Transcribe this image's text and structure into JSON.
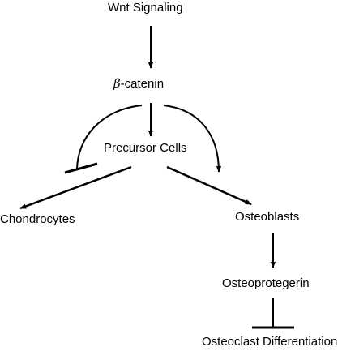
{
  "nodes": {
    "wnt": "Wnt Signaling",
    "beta_symbol": "β",
    "beta_rest": "-catenin",
    "precursor": "Precursor Cells",
    "chondrocytes": "Chondrocytes",
    "osteoblasts": "Osteoblasts",
    "osteoprotegerin": "Osteoprotegerin",
    "osteoclast": "Osteoclast Differentiation"
  },
  "colors": {
    "ink": "#000000",
    "background": "#ffffff"
  }
}
